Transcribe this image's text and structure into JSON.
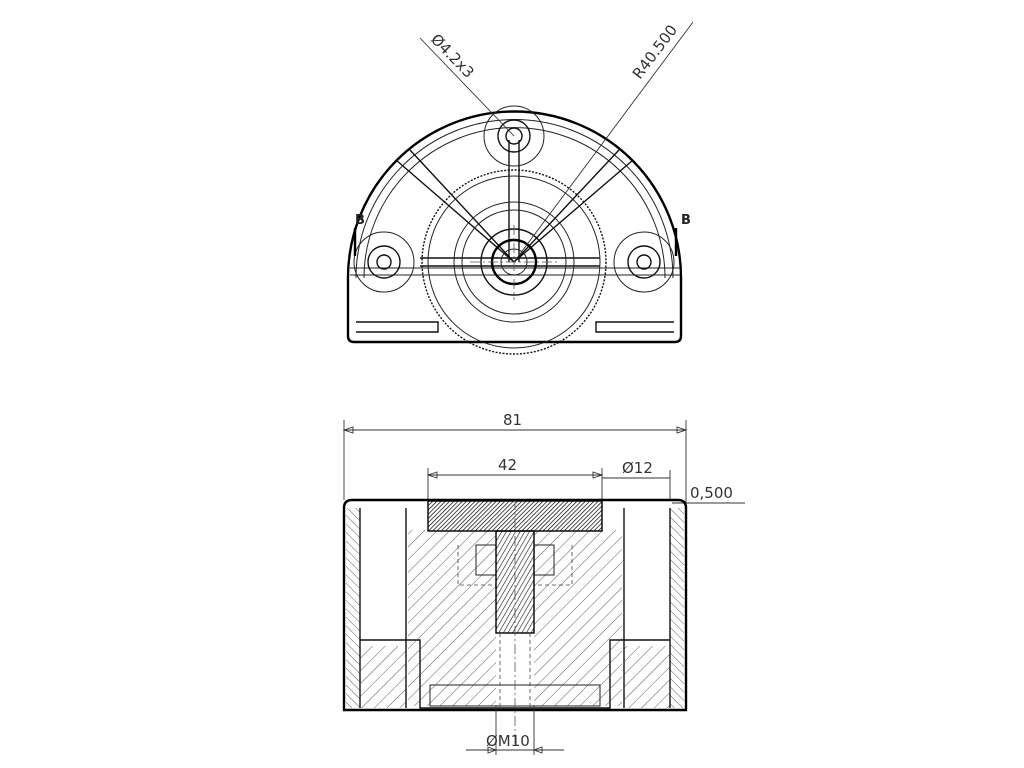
{
  "top_view": {
    "dim_hole": "Ø4.2x3",
    "dim_radius": "R40.500",
    "section_left": "B",
    "section_right": "B"
  },
  "section_view": {
    "dim_overall": "81",
    "dim_inner": "42",
    "dim_diameter": "Ø12",
    "dim_offset": "0,500",
    "dim_thread": "ØM10"
  }
}
